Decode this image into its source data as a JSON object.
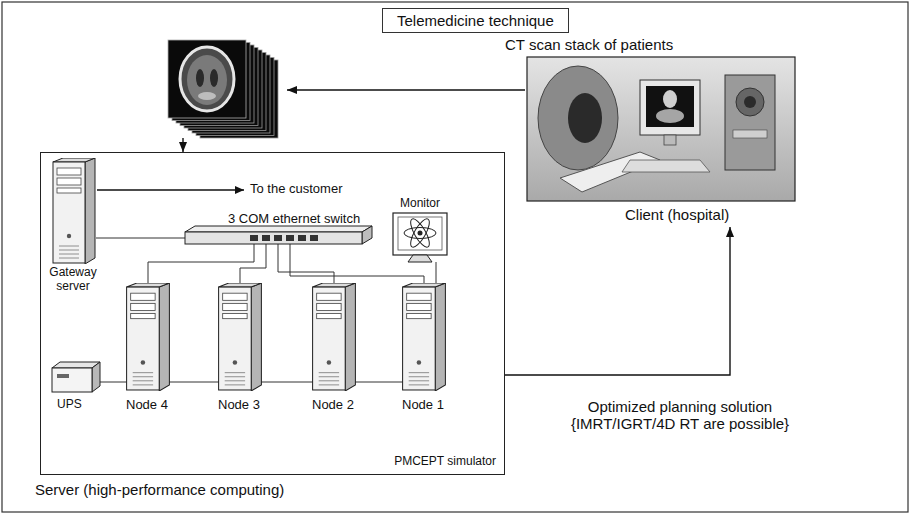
{
  "diagram": {
    "title": "Telemedicine technique",
    "nodes": [
      {
        "text": [
          "CT scan stack of patients"
        ]
      },
      {
        "text": [
          "Client (hospital)"
        ]
      },
      {
        "text": [
          "Server (high-performance computing)",
          "PMCEPT simulator"
        ]
      }
    ],
    "edges": [
      {
        "from": 1,
        "to": 0,
        "arrow": "to"
      },
      {
        "from": 0,
        "to": 2,
        "arrow": "to"
      },
      {
        "from": 2,
        "to": 1,
        "arrow": "to",
        "label": "Optimized planning solution {IMRT/IGRT/4D RT are possible}"
      }
    ],
    "labels": [
      "To the customer",
      "Gateway server",
      "3 COM ethernet switch",
      "Monitor",
      "UPS",
      "Node 4",
      "Node 3",
      "Node 2",
      "Node 1"
    ]
  }
}
